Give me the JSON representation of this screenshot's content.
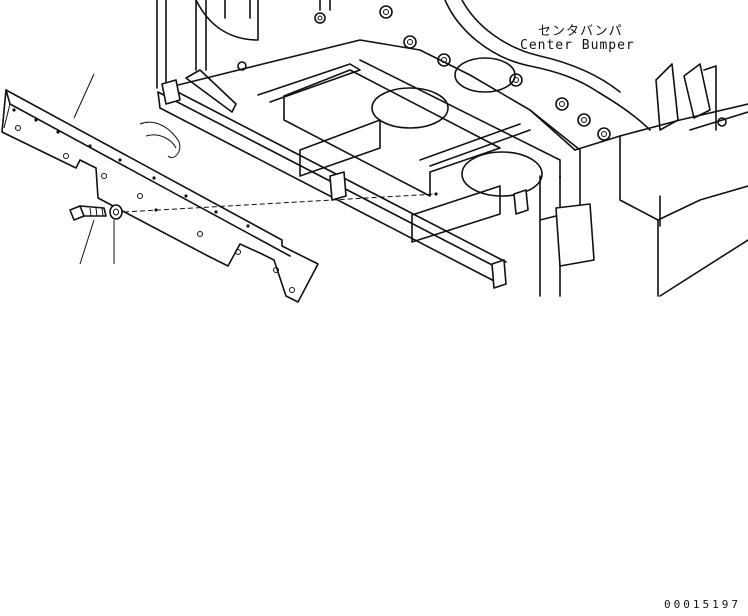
{
  "callouts": {
    "center_bumper_jp": "センタバンパ",
    "center_bumper_en": "Center Bumper"
  },
  "drawing_code": "00015197",
  "parts": [
    "guard-plate",
    "bolt",
    "washer",
    "frame"
  ],
  "line_color": "#111111"
}
